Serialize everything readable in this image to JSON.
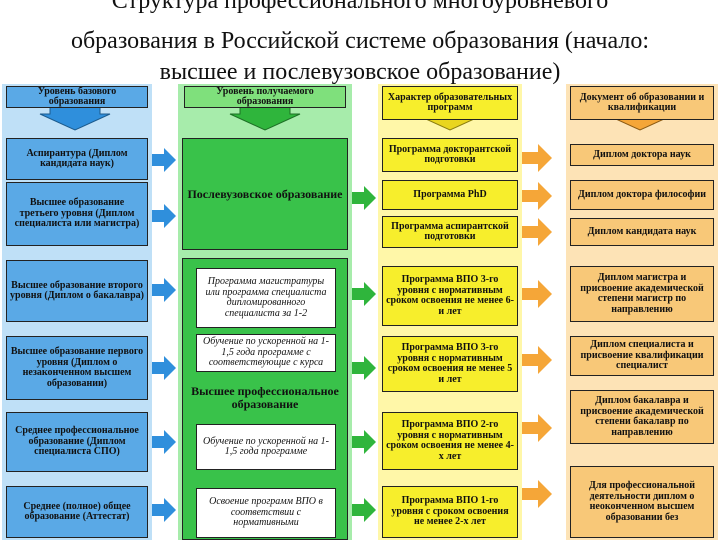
{
  "title": {
    "line1": "Структура профессионального многоуровневого",
    "line2": "образования в Российской системе образования (начало:",
    "line3": "высшее и послевузовское образование)"
  },
  "headers": {
    "col1": "Уровень базового образования",
    "col2": "Уровень получаемого образования",
    "col3": "Характер образовательных программ",
    "col4": "Документ об образовании и квалификации"
  },
  "col1": [
    "Аспирантура (Диплом кандидата наук)",
    "Высшее образование третьего уровня (Диплом специалиста или магистра)",
    "Высшее образование второго уровня (Диплом о бакалавра)",
    "Высшее образование первого уровня (Диплом о незаконченном высшем образовании)",
    "Среднее профессиональное образование (Диплом специалиста СПО)",
    "Среднее (полное) общее образование (Аттестат)"
  ],
  "col2": {
    "postgrad": "Послевузовское образование",
    "higher": "Высшее профессиональное образование",
    "sub": [
      "Программа магистратуры или программа специалиста дипломированного специалиста за 1-2",
      "Обучение по ускоренной на 1-1,5 года программе с соответствующие с курса",
      "Обучение по ускоренной на 1-1,5 года программе",
      "Освоение программ ВПО в соответствии с нормативными"
    ]
  },
  "col3": [
    "Программа докторантской подготовки",
    "Программа PhD",
    "Программа аспирантской подготовки",
    "Программа ВПО 3-го уровня с нормативным сроком освоения не менее 6-и лет",
    "Программа ВПО 3-го уровня с нормативным сроком освоения не менее 5 и лет",
    "Программа ВПО 2-го уровня с нормативным сроком освоения не менее 4-х лет",
    "Программа ВПО 1-го уровня с сроком освоения не менее 2-х лет"
  ],
  "col4": [
    "Диплом доктора наук",
    "Диплом доктора философии",
    "Диплом кандидата наук",
    "Диплом магистра и присвоение академической степени магистр по направлению",
    "Диплом специалиста и присвоение квалификации специалист",
    "Диплом бакалавра и присвоение академической степени бакалавр по направлению",
    "Для профессиональной деятельности диплом о неоконченном высшем образовании без"
  ]
}
